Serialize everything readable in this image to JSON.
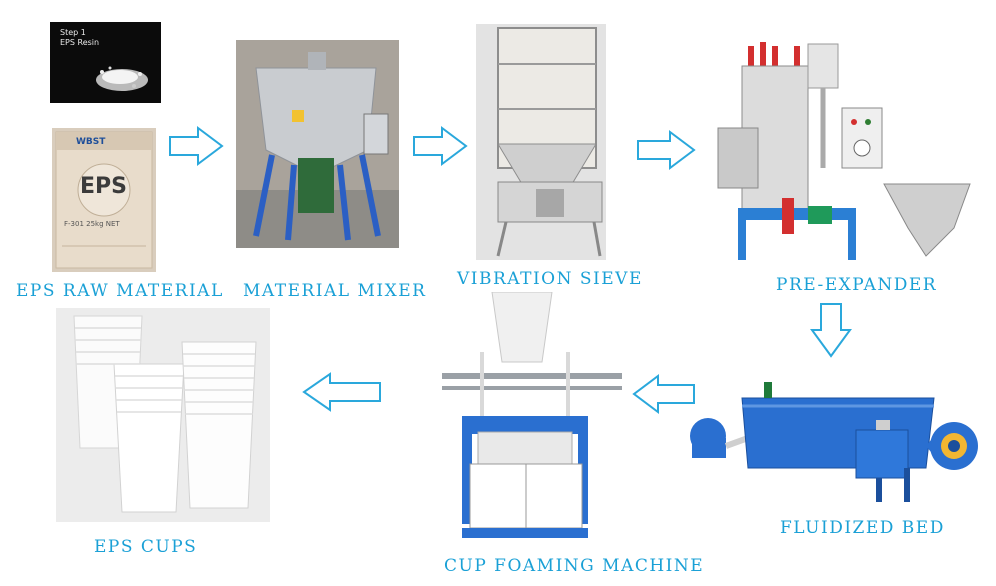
{
  "resin_photo": {
    "caption_line1": "Step 1",
    "caption_line2": "EPS Resin"
  },
  "bag": {
    "brand": "WBST",
    "product": "EPS",
    "grade": "F-301  25kg NET"
  },
  "steps": {
    "raw_material": "EPS RAW MATERIAL",
    "mixer": "MATERIAL MIXER",
    "sieve": "VIBRATION SIEVE",
    "pre_expander": "PRE-EXPANDER",
    "fluidized_bed": "FLUIDIZED BED",
    "cup_machine": "CUP FOAMING MACHINE",
    "cups": "EPS CUPS"
  },
  "icons": [
    "arrow-right-icon",
    "arrow-down-icon",
    "arrow-left-icon"
  ],
  "colors": {
    "label": "#1aa0d6",
    "arrow_stroke": "#2aa8dc",
    "machine_blue": "#2a6fd0"
  }
}
